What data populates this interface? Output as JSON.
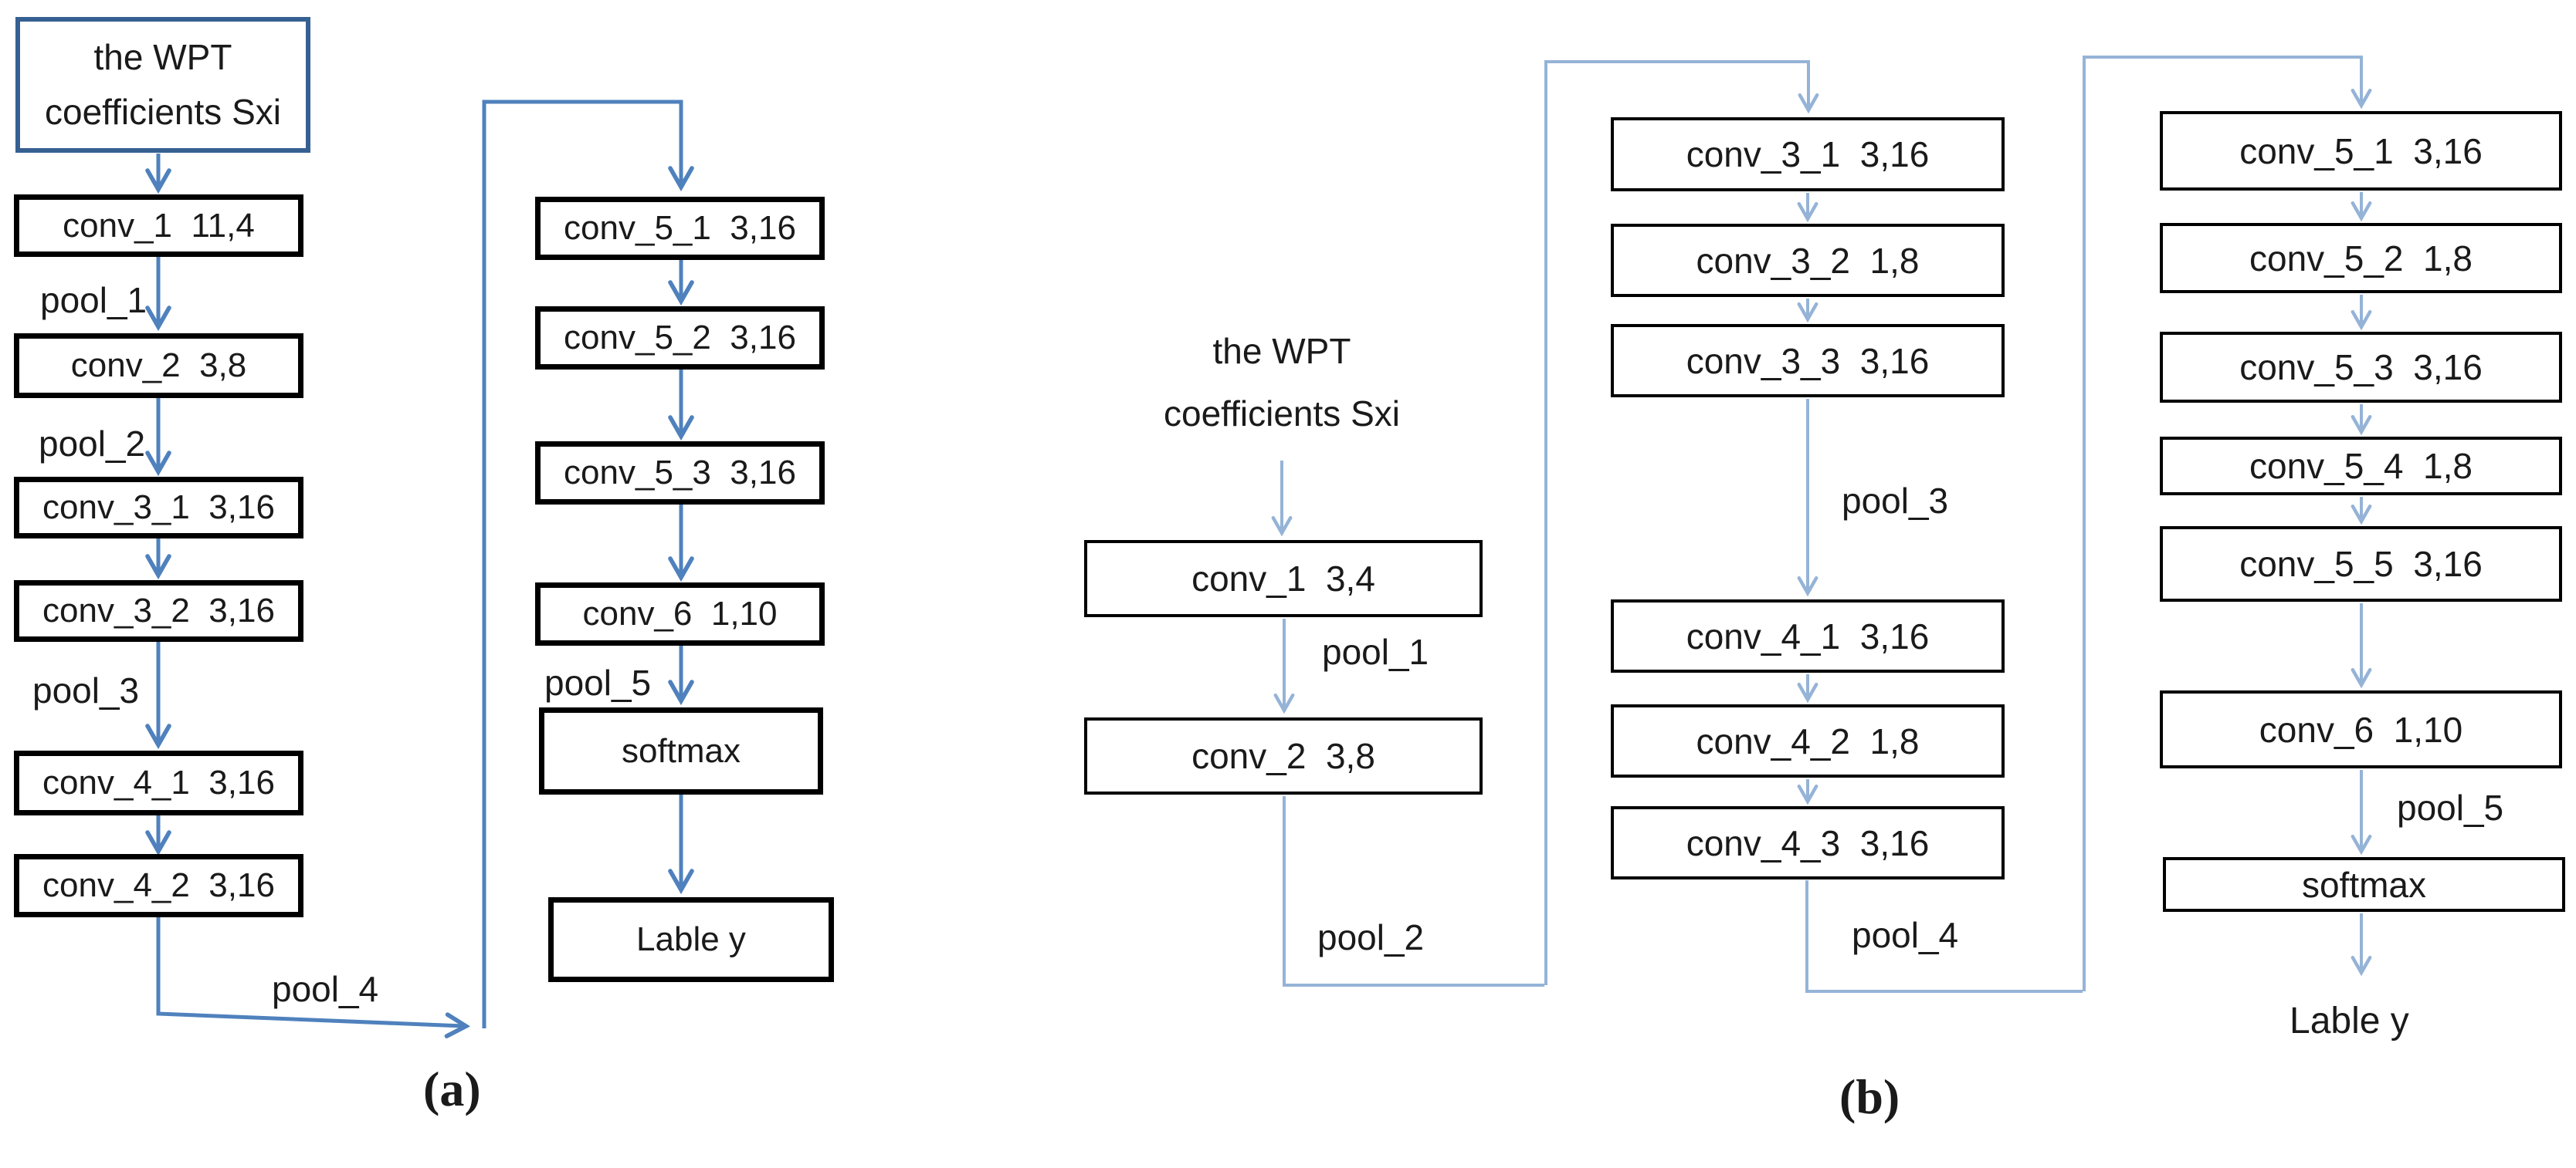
{
  "colors": {
    "panel_a_line": "#4f81bd",
    "panel_b_line": "#95b3d7",
    "input_box_border": "#366092",
    "node_border": "#000000",
    "text": "#1a1a1a"
  },
  "panel_a": {
    "caption": "(a)",
    "input": {
      "line1": "the WPT",
      "line2": "coefficients Sxi"
    },
    "nodes": {
      "conv_1": "conv_1  11,4",
      "conv_2": "conv_2  3,8",
      "conv_3_1": "conv_3_1  3,16",
      "conv_3_2": "conv_3_2  3,16",
      "conv_4_1": "conv_4_1  3,16",
      "conv_4_2": "conv_4_2  3,16",
      "conv_5_1": "conv_5_1  3,16",
      "conv_5_2": "conv_5_2  3,16",
      "conv_5_3": "conv_5_3  3,16",
      "conv_6": "conv_6  1,10",
      "softmax": "softmax",
      "label_y": "Lable y"
    },
    "pool_labels": {
      "pool_1": "pool_1",
      "pool_2": "pool_2",
      "pool_3": "pool_3",
      "pool_4": "pool_4",
      "pool_5": "pool_5"
    }
  },
  "panel_b": {
    "caption": "(b)",
    "input": {
      "line1": "the WPT",
      "line2": "coefficients Sxi"
    },
    "nodes": {
      "conv_1": "conv_1  3,4",
      "conv_2": "conv_2  3,8",
      "conv_3_1": "conv_3_1  3,16",
      "conv_3_2": "conv_3_2  1,8",
      "conv_3_3": "conv_3_3  3,16",
      "conv_4_1": "conv_4_1  3,16",
      "conv_4_2": "conv_4_2  1,8",
      "conv_4_3": "conv_4_3  3,16",
      "conv_5_1": "conv_5_1  3,16",
      "conv_5_2": "conv_5_2  1,8",
      "conv_5_3": "conv_5_3  3,16",
      "conv_5_4": "conv_5_4  1,8",
      "conv_5_5": "conv_5_5  3,16",
      "conv_6": "conv_6  1,10",
      "softmax": "softmax",
      "label_y": "Lable y"
    },
    "pool_labels": {
      "pool_1": "pool_1",
      "pool_2": "pool_2",
      "pool_3": "pool_3",
      "pool_4": "pool_4",
      "pool_5": "pool_5"
    }
  }
}
